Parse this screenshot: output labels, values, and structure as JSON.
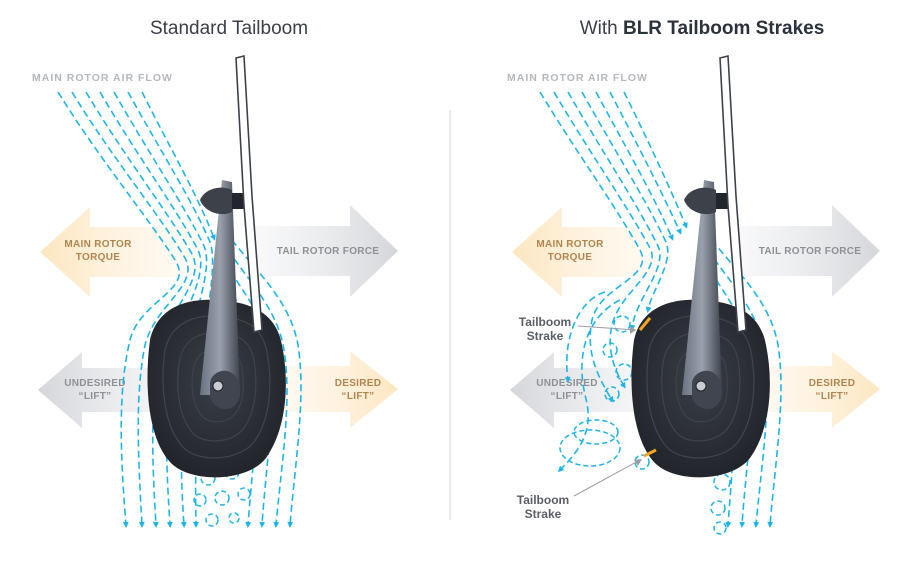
{
  "left_panel": {
    "title": "Standard Tailboom",
    "airflow_label": "MAIN ROTOR AIR FLOW",
    "torque_label": [
      "MAIN  ROTOR",
      "TORQUE"
    ],
    "tail_rotor_label": "TAIL ROTOR FORCE",
    "undesired_label": [
      "UNDESIRED",
      "“LIFT”"
    ],
    "desired_label": [
      "DESIRED",
      "“LIFT”"
    ]
  },
  "right_panel": {
    "title_prefix": "With ",
    "title_bold": "BLR Tailboom Strakes",
    "airflow_label": "MAIN ROTOR AIR FLOW",
    "torque_label": [
      "MAIN  ROTOR",
      "TORQUE"
    ],
    "tail_rotor_label": "TAIL ROTOR FORCE",
    "undesired_label": [
      "UNDESIRED",
      "“LIFT”"
    ],
    "desired_label": [
      "DESIRED",
      "“LIFT”"
    ],
    "strake_callout_top": [
      "Tailboom",
      "Strake"
    ],
    "strake_callout_bottom": [
      "Tailboom",
      "Strake"
    ]
  },
  "colors": {
    "airflow": "#1fb4e8",
    "tailboom": "#2b2e35",
    "orange_arrow": "#fde9c8",
    "gray_arrow": "#d9dbde",
    "strake": "#f5a623",
    "divider": "#d0d3d7"
  }
}
